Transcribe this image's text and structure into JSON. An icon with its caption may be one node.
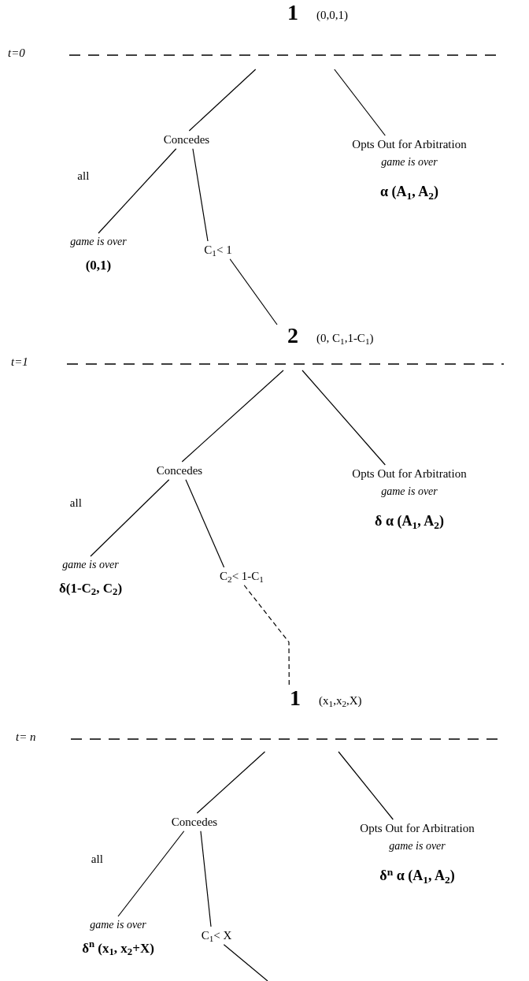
{
  "diagram": {
    "nodes": [
      {
        "text": [
          "1"
        ],
        "beside": [
          "(0,0,1)"
        ]
      },
      {
        "text": [
          "Concedes"
        ]
      },
      {
        "text": [
          "Opts Out for Arbitration",
          "game is over",
          "α (A$_{1}$, A$_{2}$)"
        ]
      },
      {
        "text": [
          "game is over",
          "(0,1)"
        ]
      },
      {
        "text": [
          "C$_{1}$< 1"
        ]
      },
      {
        "text": [
          "2"
        ],
        "beside": [
          "(0, C$_{1}$,1-C$_{1}$)"
        ]
      },
      {
        "text": [
          "Concedes"
        ]
      },
      {
        "text": [
          "Opts Out for Arbitration",
          "game is over",
          "δ α  (A$_{1}$, A$_{2}$)"
        ]
      },
      {
        "text": [
          "game is over",
          "δ(1-C$_{2}$, C$_{2}$)"
        ]
      },
      {
        "text": [
          "C$_{2}$< 1-C$_{1}$"
        ]
      },
      {
        "text": [
          "1"
        ],
        "beside": [
          "(x$_{1}$,x$_{2}$,X)"
        ]
      },
      {
        "text": [
          "Concedes"
        ]
      },
      {
        "text": [
          "Opts Out for Arbitration",
          "game is over",
          "δ$^{n}$ α (A$_{1}$, A$_{2}$)"
        ]
      },
      {
        "text": [
          "game is over",
          "δ$^{n}$ (x$_{1}$, x$_{2}$+X)"
        ]
      },
      {
        "text": [
          "C$_{1}$< X"
        ]
      }
    ],
    "edges": [
      {
        "from": 0,
        "to": 1,
        "arrow": "none"
      },
      {
        "from": 0,
        "to": 2,
        "arrow": "none"
      },
      {
        "from": 1,
        "to": 3,
        "arrow": "none",
        "label": "all"
      },
      {
        "from": 1,
        "to": 4,
        "arrow": "none"
      },
      {
        "from": 4,
        "to": 5,
        "arrow": "none"
      },
      {
        "from": 5,
        "to": 6,
        "arrow": "none"
      },
      {
        "from": 5,
        "to": 7,
        "arrow": "none"
      },
      {
        "from": 6,
        "to": 8,
        "arrow": "none",
        "label": "all"
      },
      {
        "from": 6,
        "to": 9,
        "arrow": "none"
      },
      {
        "from": 9,
        "to": 10,
        "arrow": "none",
        "style": "dashed"
      },
      {
        "from": 10,
        "to": 11,
        "arrow": "none"
      },
      {
        "from": 10,
        "to": 12,
        "arrow": "none"
      },
      {
        "from": 11,
        "to": 13,
        "arrow": "none",
        "label": "all"
      },
      {
        "from": 11,
        "to": 14,
        "arrow": "none"
      },
      {
        "from": 14,
        "to": null,
        "arrow": "none"
      }
    ],
    "labels": [
      "t=0",
      "t=1",
      "t= n"
    ]
  }
}
